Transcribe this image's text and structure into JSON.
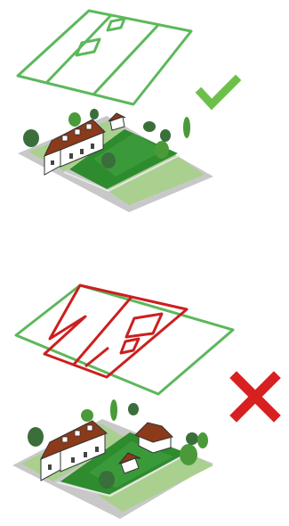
{
  "colors": {
    "allowed": "#5cb85c",
    "forbidden": "#cc1f1f",
    "plot_green": "#2e8b2e",
    "lawn_light": "#a9d08e",
    "ground": "#c8c8c8",
    "roof": "#8b3a1a",
    "wall": "#ffffff",
    "tree": "#4a9a3a",
    "tree_dark": "#3a6e3a",
    "check": "#6cc04a",
    "cross": "#d92020"
  },
  "panels": [
    {
      "outcome": "allowed",
      "outline_color": "allowed",
      "marker_icon": "check-mark-icon"
    },
    {
      "outcome": "forbidden",
      "outline_color": "forbidden",
      "marker_icon": "cross-mark-icon"
    }
  ]
}
